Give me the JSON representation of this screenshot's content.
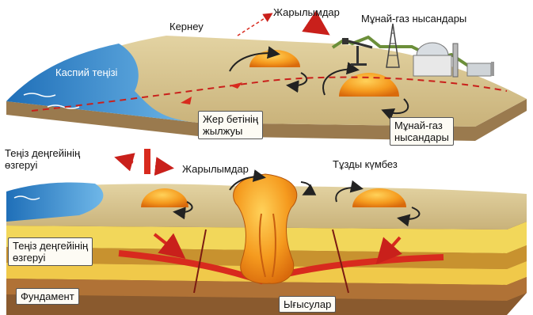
{
  "labels": {
    "caspian_sea": "Каспий теңізі",
    "pressure": "Кернеу",
    "faults_top": "Жарылымдар",
    "oil_gas_top": "Мұнай-газ нысандары",
    "surface_shift": "Жер бетінің\nжылжуы",
    "oil_gas_box": "Мұнай-газ\nнысандары",
    "sea_level_change_top": "Теңіз деңгейінің\nөзгеруі",
    "faults_bottom": "Жарылымдар",
    "salt_dome": "Тұзды күмбез",
    "sea_level_change_bottom": "Теңіз деңгейінің\nөзгеруі",
    "basement": "Фундамент",
    "compression": "Ығысулар"
  },
  "colors": {
    "sea": "#3d8fd0",
    "land": "#d9c48f",
    "salt": "#f08a1c",
    "fault_red": "#d82a1e",
    "layer_yellow": "#f2d75a",
    "layer_brown": "#8a5a2e"
  },
  "icons": [
    "oil-pump-icon",
    "refinery-icon",
    "oil-derrick-icon",
    "rotation-arrow-icon"
  ]
}
